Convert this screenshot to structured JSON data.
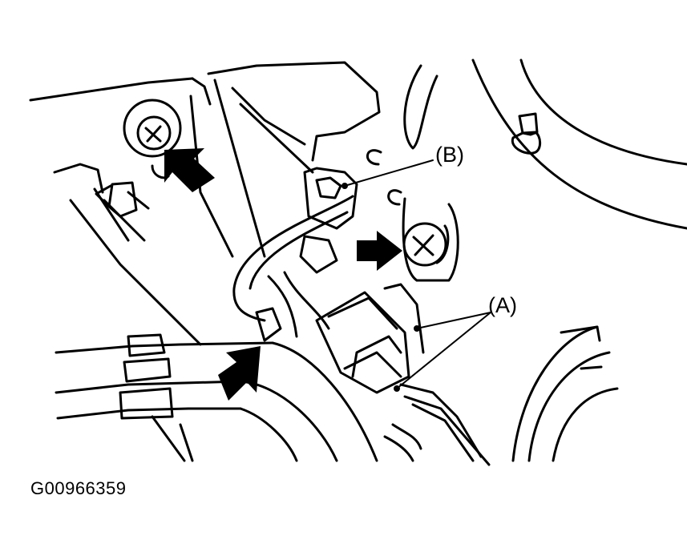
{
  "figure": {
    "code": "G00966359",
    "line_color": "#000000",
    "background": "#ffffff"
  },
  "callouts": [
    {
      "id": "A",
      "label": "(A)",
      "points_to": "connector"
    },
    {
      "id": "B",
      "label": "(B)",
      "points_to": "harness-clip"
    }
  ],
  "arrows": [
    {
      "id": "bolt-upper-left",
      "icon": "solid-arrow-icon",
      "direction": "up-left"
    },
    {
      "id": "bolt-center-right",
      "icon": "solid-arrow-icon",
      "direction": "right"
    },
    {
      "id": "clip-lower",
      "icon": "solid-arrow-icon",
      "direction": "up-right"
    }
  ]
}
